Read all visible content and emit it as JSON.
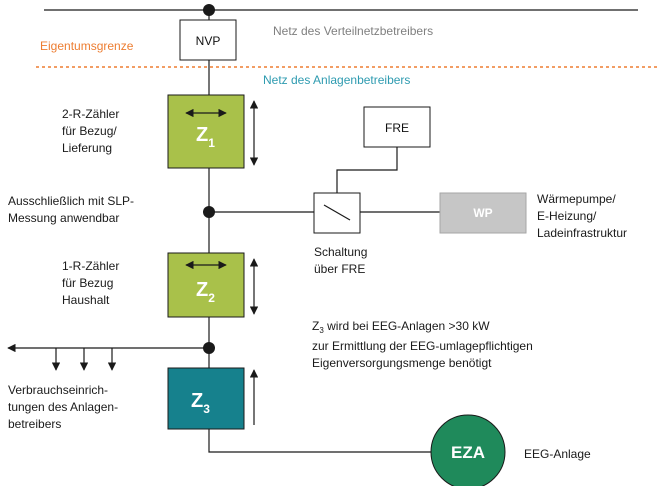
{
  "grid": {
    "operator_network": "Netz des Verteilnetzbetreibers",
    "ownership_boundary": "Eigentumsgrenze",
    "plant_operator_network": "Netz des Anlagenbetreibers",
    "nvp": "NVP"
  },
  "meters": {
    "z1": {
      "letter": "Z",
      "index": "1",
      "caption": [
        "2-R-Zähler",
        "für Bezug/",
        "Lieferung"
      ],
      "color": "#a9c14a"
    },
    "z2": {
      "letter": "Z",
      "index": "2",
      "caption": [
        "1-R-Zähler",
        "für Bezug",
        "Haushalt"
      ],
      "color": "#a9c14a"
    },
    "z3": {
      "letter": "Z",
      "index": "3",
      "color": "#16818d"
    }
  },
  "slp_note": [
    "Ausschließlich mit SLP-",
    "Messung anwendbar"
  ],
  "fre": {
    "box": "FRE",
    "switch_caption": [
      "Schaltung",
      "über FRE"
    ]
  },
  "wp": {
    "label": "WP",
    "description": [
      "Wärmepumpe/",
      "E-Heizung/",
      "Ladeinfrastruktur"
    ],
    "color": "#c6c6c6"
  },
  "consumers": [
    "Verbrauchseinrich-",
    "tungen des Anlagen-",
    "betreibers"
  ],
  "z3_note": {
    "prefix": "Z",
    "sub": "3",
    "line1_rest": " wird bei EEG-Anlagen >30 kW",
    "line2": "zur Ermittlung der EEG-umlagepflichtigen",
    "line3": "Eigenversorgungsmenge benötigt"
  },
  "eza": {
    "label": "EZA",
    "caption": "EEG-Anlage",
    "color": "#1f8a5b"
  },
  "colors": {
    "boundary": "#ed7d31",
    "teal_text": "#2e9bb0",
    "grey_text": "#7f7f7f"
  }
}
